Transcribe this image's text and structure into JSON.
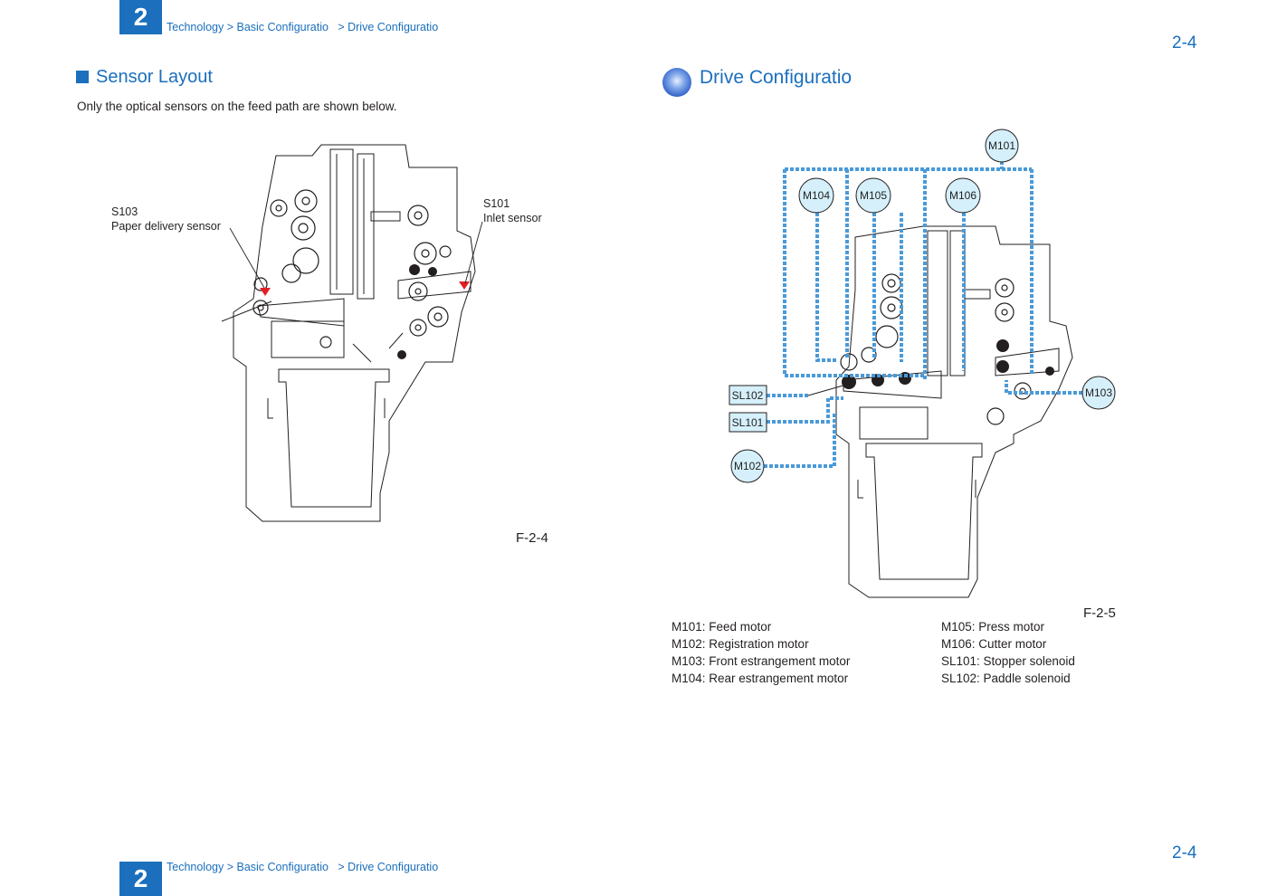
{
  "header": {
    "chapter": "2",
    "breadcrumb": "Technology > Basic Configuratio   > Drive Configuratio",
    "page_number": "2-4"
  },
  "footer": {
    "chapter": "2",
    "breadcrumb": "Technology > Basic Configuratio   > Drive Configuratio",
    "page_number": "2-4"
  },
  "sensor_section": {
    "title": "Sensor Layout",
    "description": "Only the optical sensors on the feed path are shown below.",
    "callouts": {
      "s103_code": "S103",
      "s103_name": "Paper delivery sensor",
      "s101_code": "S101",
      "s101_name": "Inlet sensor"
    },
    "figure_label": "F-2-4"
  },
  "drive_section": {
    "title": "Drive Configuratio",
    "figure_label": "F-2-5",
    "motor_tags": {
      "m101": "M101",
      "m102": "M102",
      "m103": "M103",
      "m104": "M104",
      "m105": "M105",
      "m106": "M106",
      "sl101": "SL101",
      "sl102": "SL102"
    },
    "legend_left": [
      "M101: Feed motor",
      "M102: Registration motor",
      "M103: Front estrangement motor",
      "M104: Rear estrangement motor"
    ],
    "legend_right": [
      "M105: Press motor",
      "M106: Cutter motor",
      "SL101: Stopper solenoid",
      "SL102: Paddle solenoid"
    ]
  },
  "colors": {
    "accent": "#1b6fbd",
    "bubble_fill": "#d5f0fb",
    "dashed_path": "#4a9ad8",
    "sensor_marker": "#e31e24"
  }
}
